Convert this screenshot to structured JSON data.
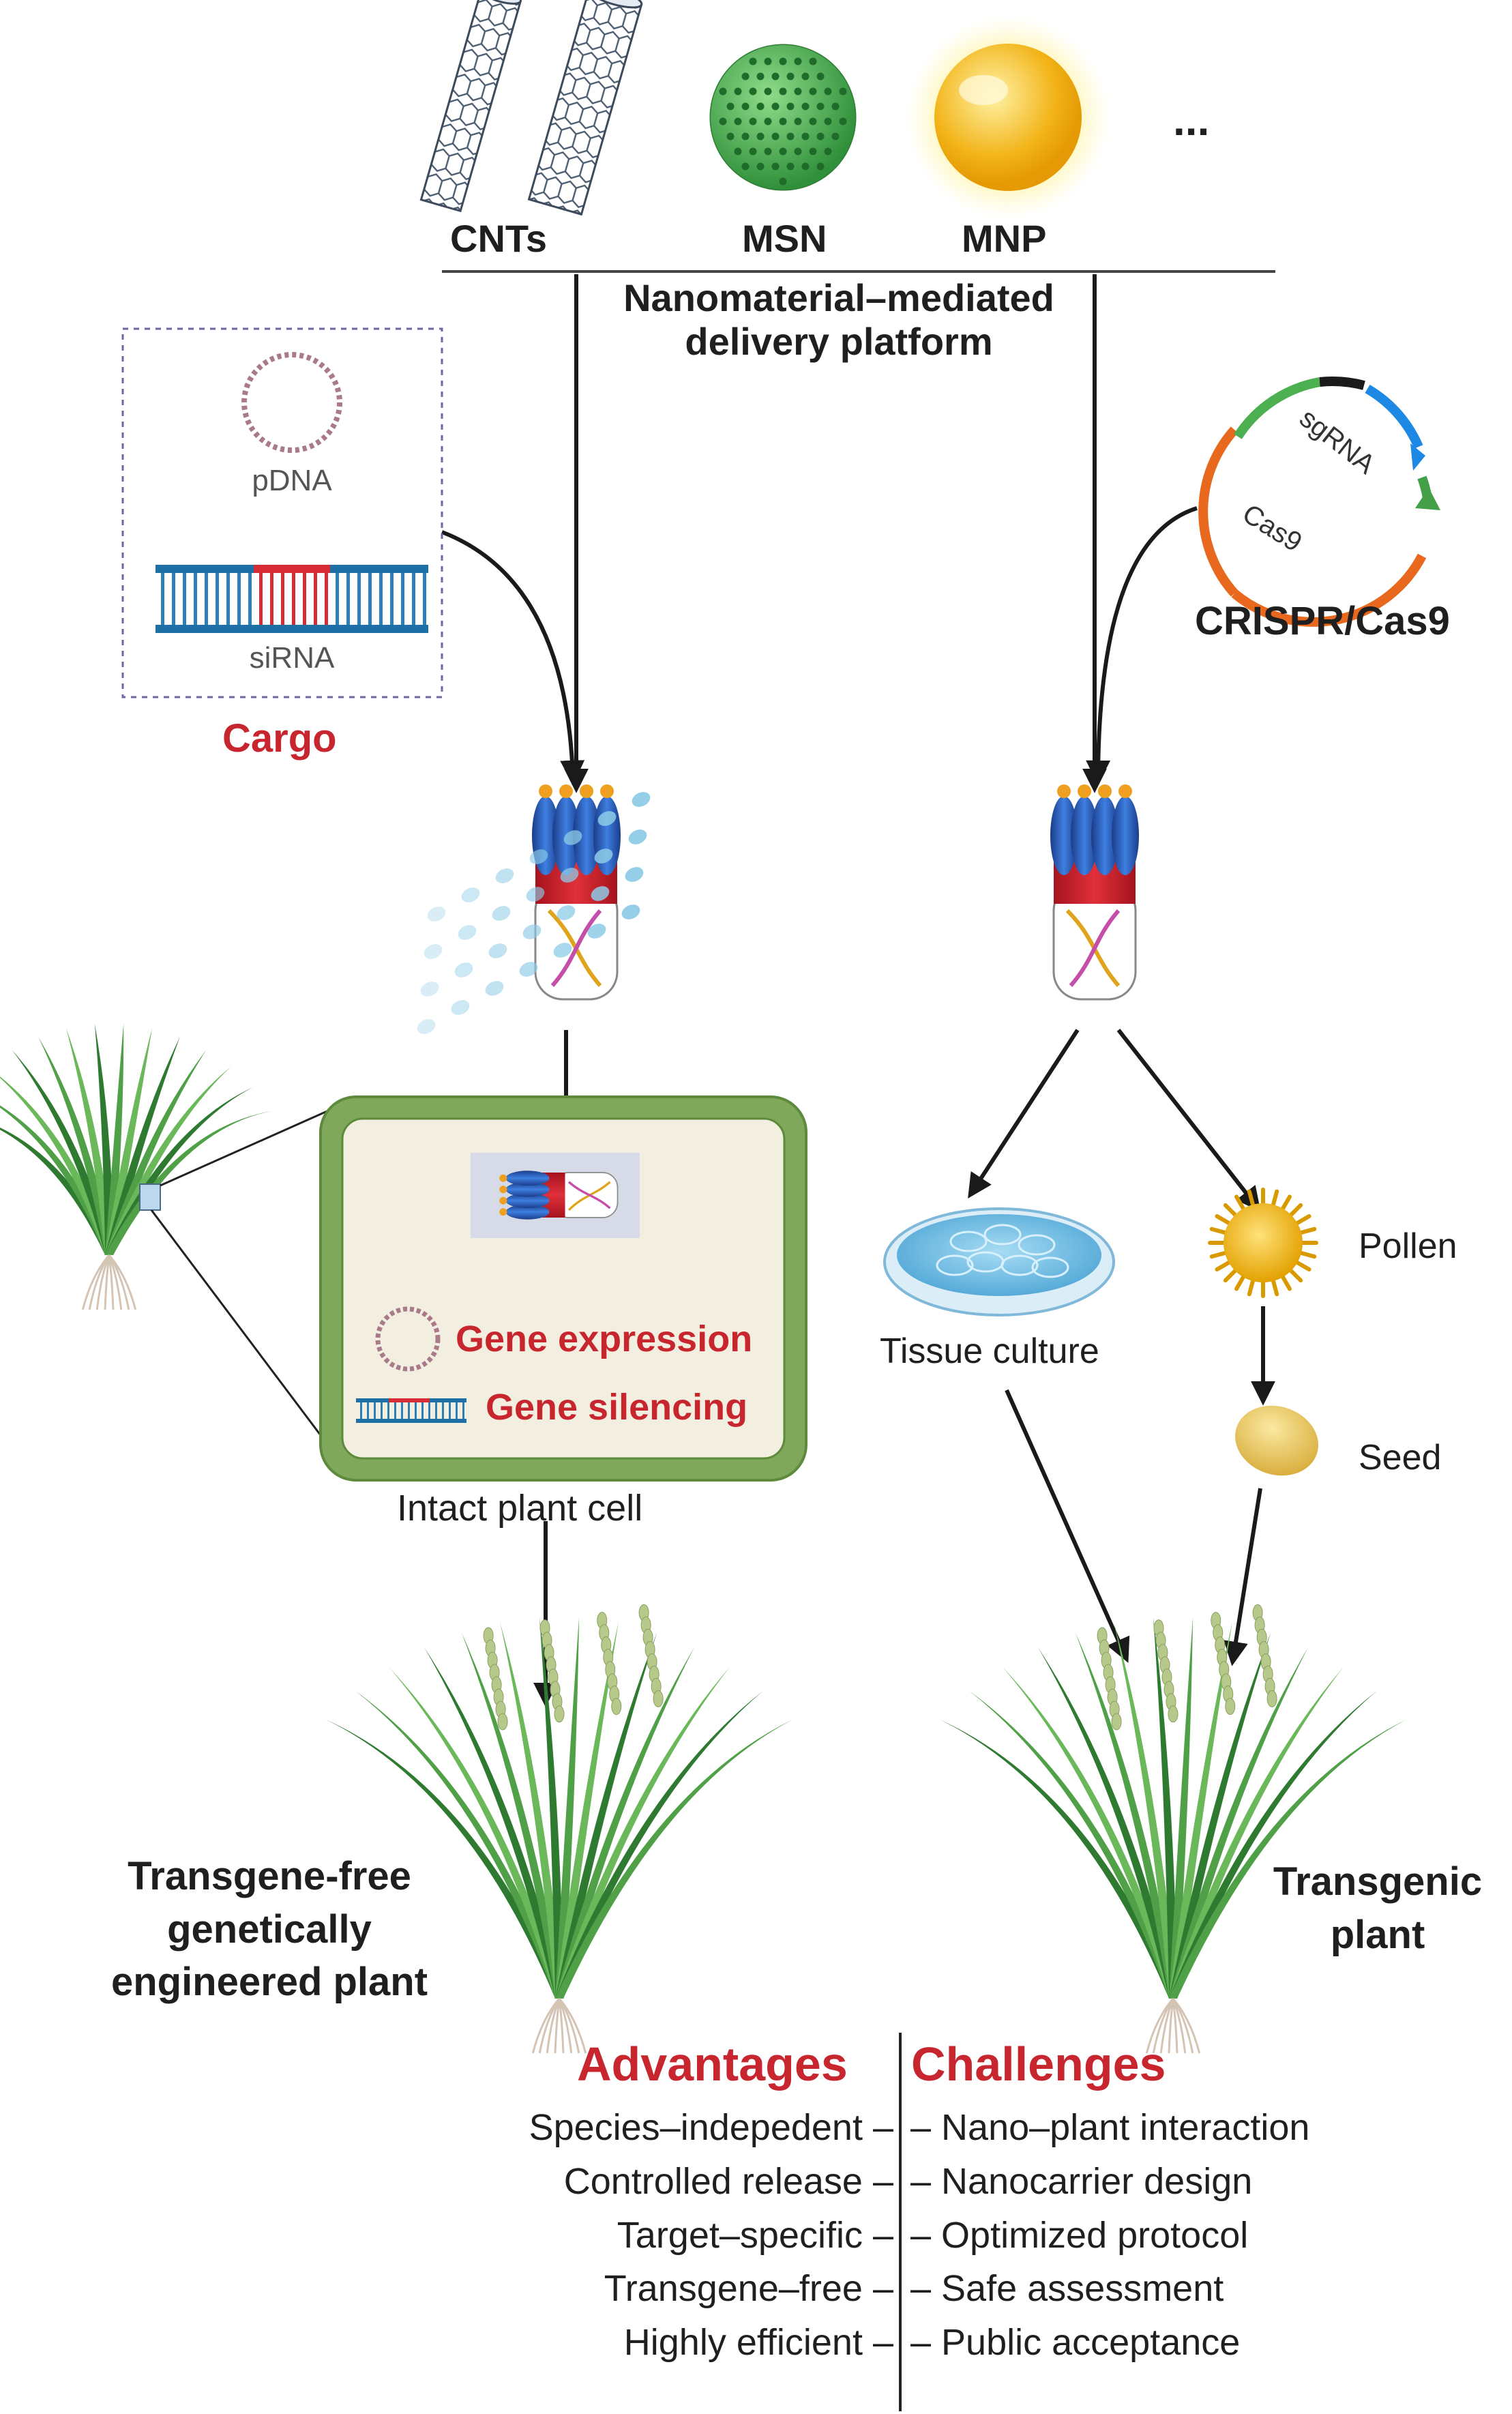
{
  "nanomaterials": {
    "cnts": "CNTs",
    "msn": "MSN",
    "mnp": "MNP",
    "more": "...",
    "platform_line1": "Nanomaterial–mediated",
    "platform_line2": "delivery platform"
  },
  "cargo": {
    "pdna": "pDNA",
    "sirna": "siRNA",
    "title": "Cargo"
  },
  "crispr": {
    "title": "CRISPR/Cas9",
    "sgrna": "sgRNA",
    "cas9": "Cas9"
  },
  "cell": {
    "gene_expression": "Gene expression",
    "gene_silencing": "Gene silencing",
    "caption": "Intact plant cell"
  },
  "pathways": {
    "tissue_culture": "Tissue culture",
    "pollen": "Pollen",
    "seed": "Seed"
  },
  "plants": {
    "left_line1": "Transgene-free",
    "left_line2": "genetically",
    "left_line3": "engineered plant",
    "right_line1": "Transgenic",
    "right_line2": "plant"
  },
  "advantages": {
    "title": "Advantages",
    "items": [
      "Species–indepedent –",
      "Controlled release –",
      "Target–specific –",
      "Transgene–free –",
      "Highly efficient –"
    ]
  },
  "challenges": {
    "title": "Challenges",
    "items": [
      "– Nano–plant interaction",
      "– Nanocarrier design",
      "– Optimized protocol",
      "– Safe assessment",
      "– Public acceptance"
    ]
  },
  "colors": {
    "accent_red": "#c8262f",
    "cell_wall_green": "#6a9a48",
    "cell_fill": "#f3efe0",
    "msn_green": "#5ab85a",
    "mnp_gold": "#f2b418",
    "spray_blue": "#8ecbe6",
    "plant_green": "#3f8f3c"
  }
}
